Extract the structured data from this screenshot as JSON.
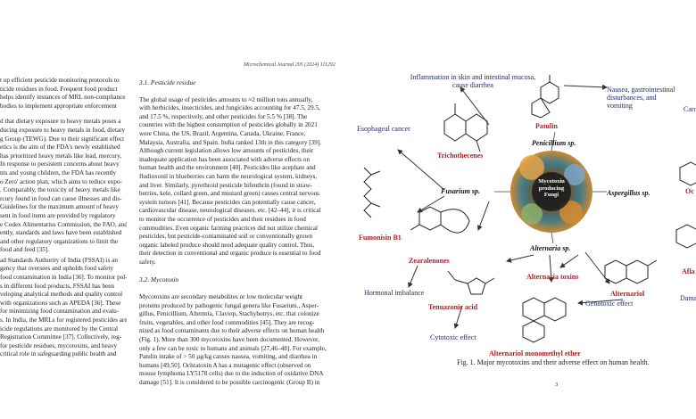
{
  "journal_header": "Microchemical Journal 205 (2024) 111292",
  "col1": {
    "p1": [
      "t up efficient pesticide monitoring protocols to",
      "ticide residues in food. Frequent food product",
      "helps identify instances of MRL non-compliance",
      "bodies to implement appropriate enforcement"
    ],
    "p2": [
      "d that dietary exposure to heavy metals poses a",
      "ducing exposure to heavy metals in food, dietary",
      "g Group (TEWG). Due to their significant effect",
      "etics is the aim of the FDA's newly established",
      "has prioritized heavy metals like lead, mercury,",
      "In response to persistent concerns about heavy",
      "nts and young children, the FDA has recently",
      "o Zero' action plan, which aims to reduce expo-",
      ". Comparably, the toxicity of heavy metals like",
      "rcury found in food can cause illnesses and dis-",
      "Guidelines for the maximum amount of heavy",
      "sent in food items are provided by regulatory",
      "e Codex Alimentarius Commission, the FAO, and",
      "ently, standards and laws have been established",
      "and other regulatory organizations to limit the",
      "food and feed [35]."
    ],
    "p3": [
      "ad Standards Authority of India (FSSAI) is an",
      "gency that oversees and upholds food safety",
      "food contamination in India [36]. To monitor pol-",
      "s in different food products, FSSAI has been",
      "veloping analytical methods and quality control",
      "with organizations such as APEDA [36]. These",
      "for minimizing food contamination and evalu-",
      "s. In India, the MRLs for registered pesticides are",
      "icide regulations are monitored by the Central",
      "Registration Committee [37]. Collectively, reg-",
      "for pesticide residues, mycotoxins, and heavy",
      "critical role in safeguarding public health and"
    ]
  },
  "col2": {
    "sec1": "3.1.  Pesticide residue",
    "p1": [
      "The global usage of pesticides amounts to ≈2 million tons annually,",
      "with herbicides, insecticides, and fungicides accounting for 47.5, 29.5,",
      "and 17.5 %, respectively, and other pesticides for 5.5 % [38]. The",
      "countries with the highest consumption of pesticides globally in 2021",
      "were China, the US, Brazil, Argentina, Canada, Ukraine, France,",
      "Malaysia, Australia, and Spain. India ranked 13th in this category [39].",
      "Although current legislation allows low amounts of pesticides, their",
      "inadequate application has been associated with adverse effects on",
      "human health and the environment [40]. Pesticides like acephate and",
      "fludioxonil in blueberries can harm the neurological system, kidneys,",
      "and liver. Similarly, pyrethroid pesticide bifenthrin (found in straw-",
      "berries, kele, collard green, and mustard green) causes central nervous",
      "system tumors [41]. Because pesticides can potentially cause cancer,",
      "cardiovascular disease, neurological diseases, etc. [42–44], it is critical",
      "to monitor the occurrence of pesticides and their residues in food",
      "commodities. Even organic farming practices did not utilize chemical",
      "pesticides, but pesticide-contaminated soil or conventionally grown",
      "organic labeled produce should need adequate quality control. Thus,",
      "their detection in conventional and organic produce is essential to food",
      "safety."
    ],
    "sec2": "3.2.  Mycotoxin",
    "p2": [
      "Mycotoxins are secondary metabolites or low molecular weight",
      "proteins produced by pathogenic fungal genera like Fusarium., Asper-",
      "gillus, Penicillium, Alternria, Claviop, Stachybotrys, etc. that colonize",
      "fruits, vegetables, and other food commodities [45]. They are recog-",
      "nized as food contaminants due to their adverse effects on human health",
      "(Fig. 1). More than 300 mycotoxins have been documented. However,",
      "only a few can be toxic to humans and animals [27,46–48]. For example,",
      "Patulin intake of > 50 µg/kg causes nausea, vomiting, and diarrhea in",
      "humans [49,50]. Ochratoxin A has a mutagenic effect (observed on",
      "mouse lymphoma LY5178 cells) due to the induction of oxidative DNA",
      "damage [51]. It is considered to be possible carcinogenic (Group B) in"
    ]
  },
  "figure": {
    "inflammation": "Inflammation in skin and intestinal mucosa, cause diarrhea",
    "esophageal": "Esophageal cancer",
    "trichothecenes": "Trichothecenes",
    "patulin": "Patulin",
    "nausea": "Nausea, gastrointestinal disturbances, and vomiting",
    "carc": "Carc",
    "penicillium": "Penicillium sp.",
    "fusarium": "Fusarium sp.",
    "aspergillus": "Aspergillus sp.",
    "center": "Mycotoxin producing Fungi",
    "oc": "Oc",
    "fumonisin": "Fumonisin B1",
    "alternaria_sp": "Alternaria sp.",
    "zearalenones": "Zearalenones",
    "alternaria_toxins": "Alternaria toxins",
    "afla": "Afla",
    "hormonal": "Hormonal imbalance",
    "tenuazonic": "Tenuazonic acid",
    "alternariol": "Alternariol",
    "dama": "Dama",
    "genotoxic": "Genotoxic effect",
    "cytotoxic": "Cytotoxic effect",
    "ame": "Alternariol monomethyl ether"
  },
  "caption": "Fig. 1.  Major mycotoxins and their adverse effect on human health.",
  "page_number": "3",
  "colors": {
    "label_blue": "#1f2a6b",
    "toxin_red": "#c4161c",
    "arrow": "#333333"
  }
}
